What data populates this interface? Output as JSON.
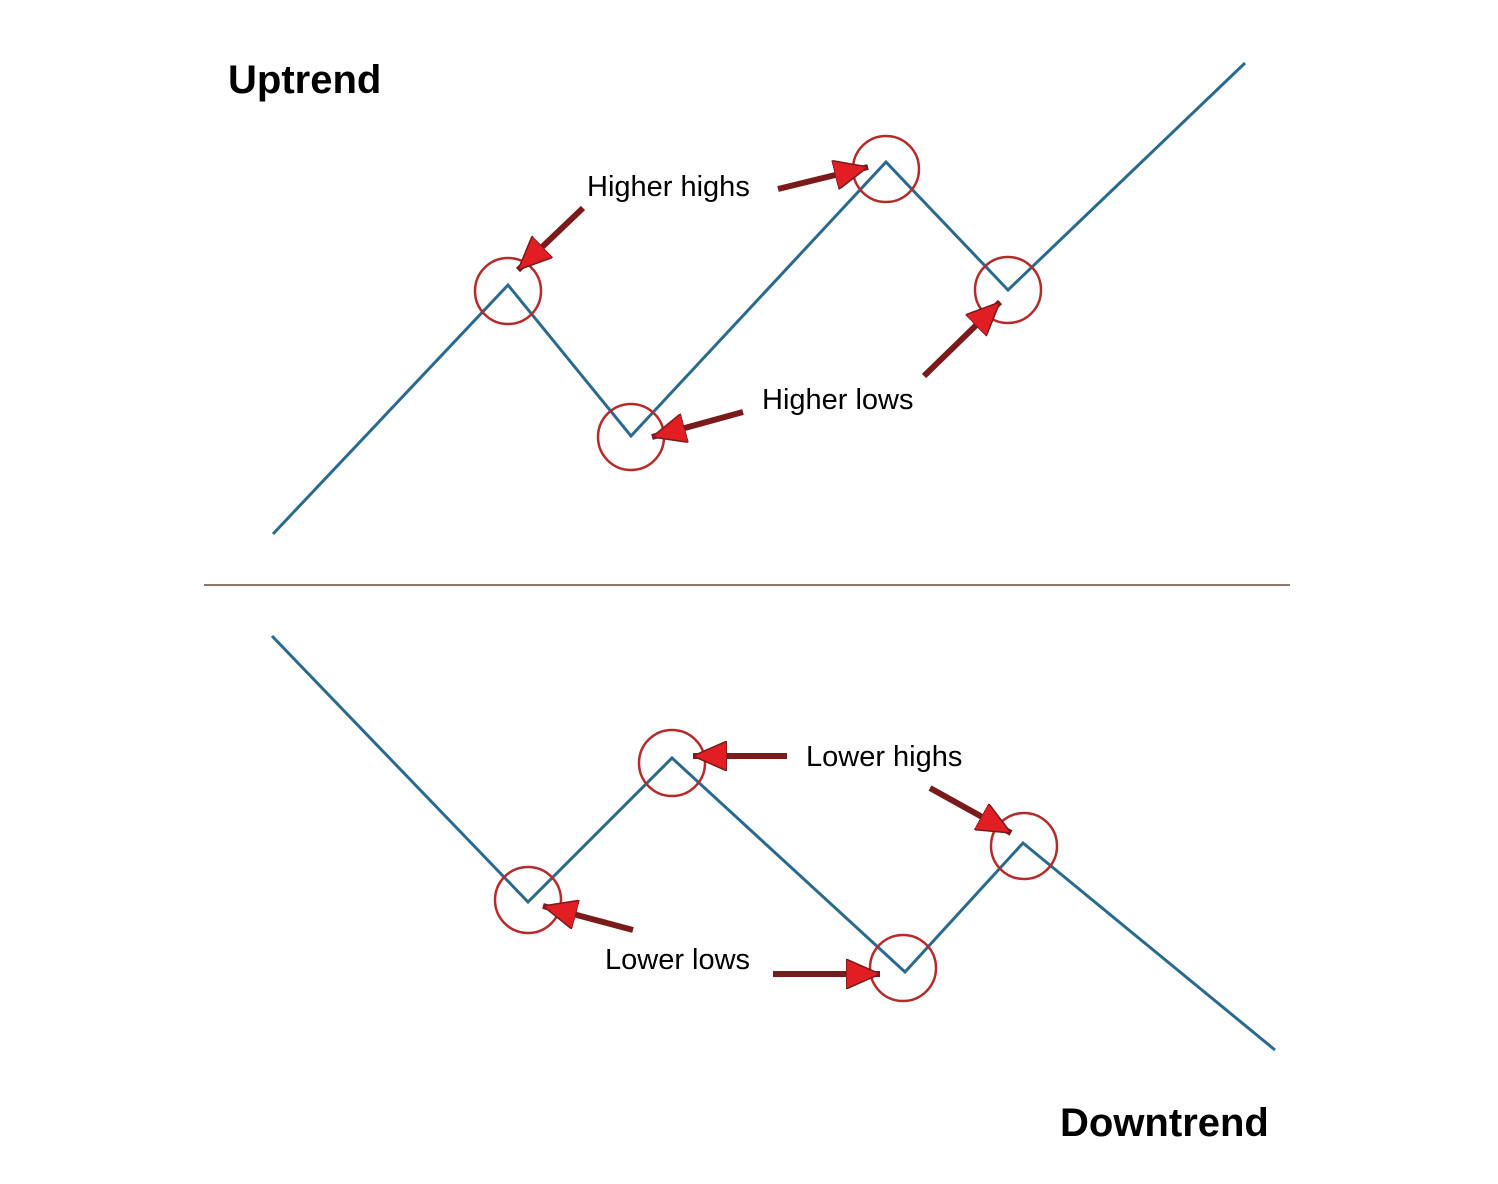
{
  "panels": {
    "uptrend": {
      "title": "Uptrend",
      "higher_highs_label": "Higher highs",
      "higher_lows_label": "Higher lows"
    },
    "downtrend": {
      "title": "Downtrend",
      "lower_highs_label": "Lower highs",
      "lower_lows_label": "Lower lows"
    }
  },
  "colors": {
    "trend_line": "#2a6a8e",
    "marker_circle": "#b52a2a",
    "arrow_fill": "#e01e24",
    "arrow_stroke": "#7a1a1a",
    "divider": "#6b4a3a",
    "text": "#000000"
  },
  "icons": {
    "pivot_marker": "circle-outline",
    "pointer": "arrow-right"
  }
}
